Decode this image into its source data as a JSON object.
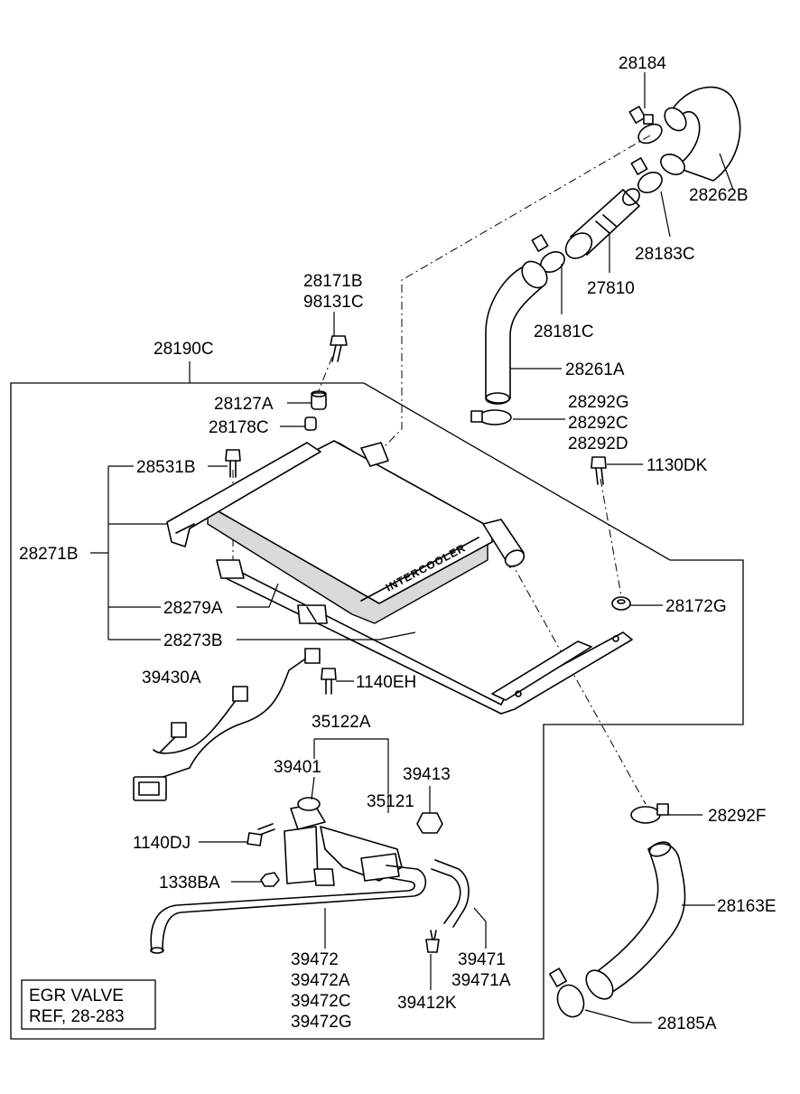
{
  "parts": {
    "p28184": "28184",
    "p28262B": "28262B",
    "p28183C": "28183C",
    "p27810": "27810",
    "p28181C": "28181C",
    "p28171B": "28171B",
    "p98131C": "98131C",
    "p28190C": "28190C",
    "p28261A": "28261A",
    "p28127A": "28127A",
    "p28178C": "28178C",
    "p28292G": "28292G",
    "p28292C": "28292C",
    "p28292D": "28292D",
    "p28531B": "28531B",
    "p1130DK": "1130DK",
    "p28271B": "28271B",
    "p28279A": "28279A",
    "p28172G": "28172G",
    "p28273B": "28273B",
    "p39430A": "39430A",
    "p1140EH": "1140EH",
    "p35122A": "35122A",
    "p39401": "39401",
    "p39413": "39413",
    "p35121": "35121",
    "p28292F": "28292F",
    "p1140DJ": "1140DJ",
    "p1338BA": "1338BA",
    "p28163E": "28163E",
    "p39472": "39472",
    "p39472A": "39472A",
    "p39472C": "39472C",
    "p39472G": "39472G",
    "p39471": "39471",
    "p39471A": "39471A",
    "p39412K": "39412K",
    "p28185A": "28185A"
  },
  "note": {
    "line1": "EGR VALVE",
    "line2": "REF, 28-283"
  },
  "intercooler_lettering": "INTERCOOLER"
}
